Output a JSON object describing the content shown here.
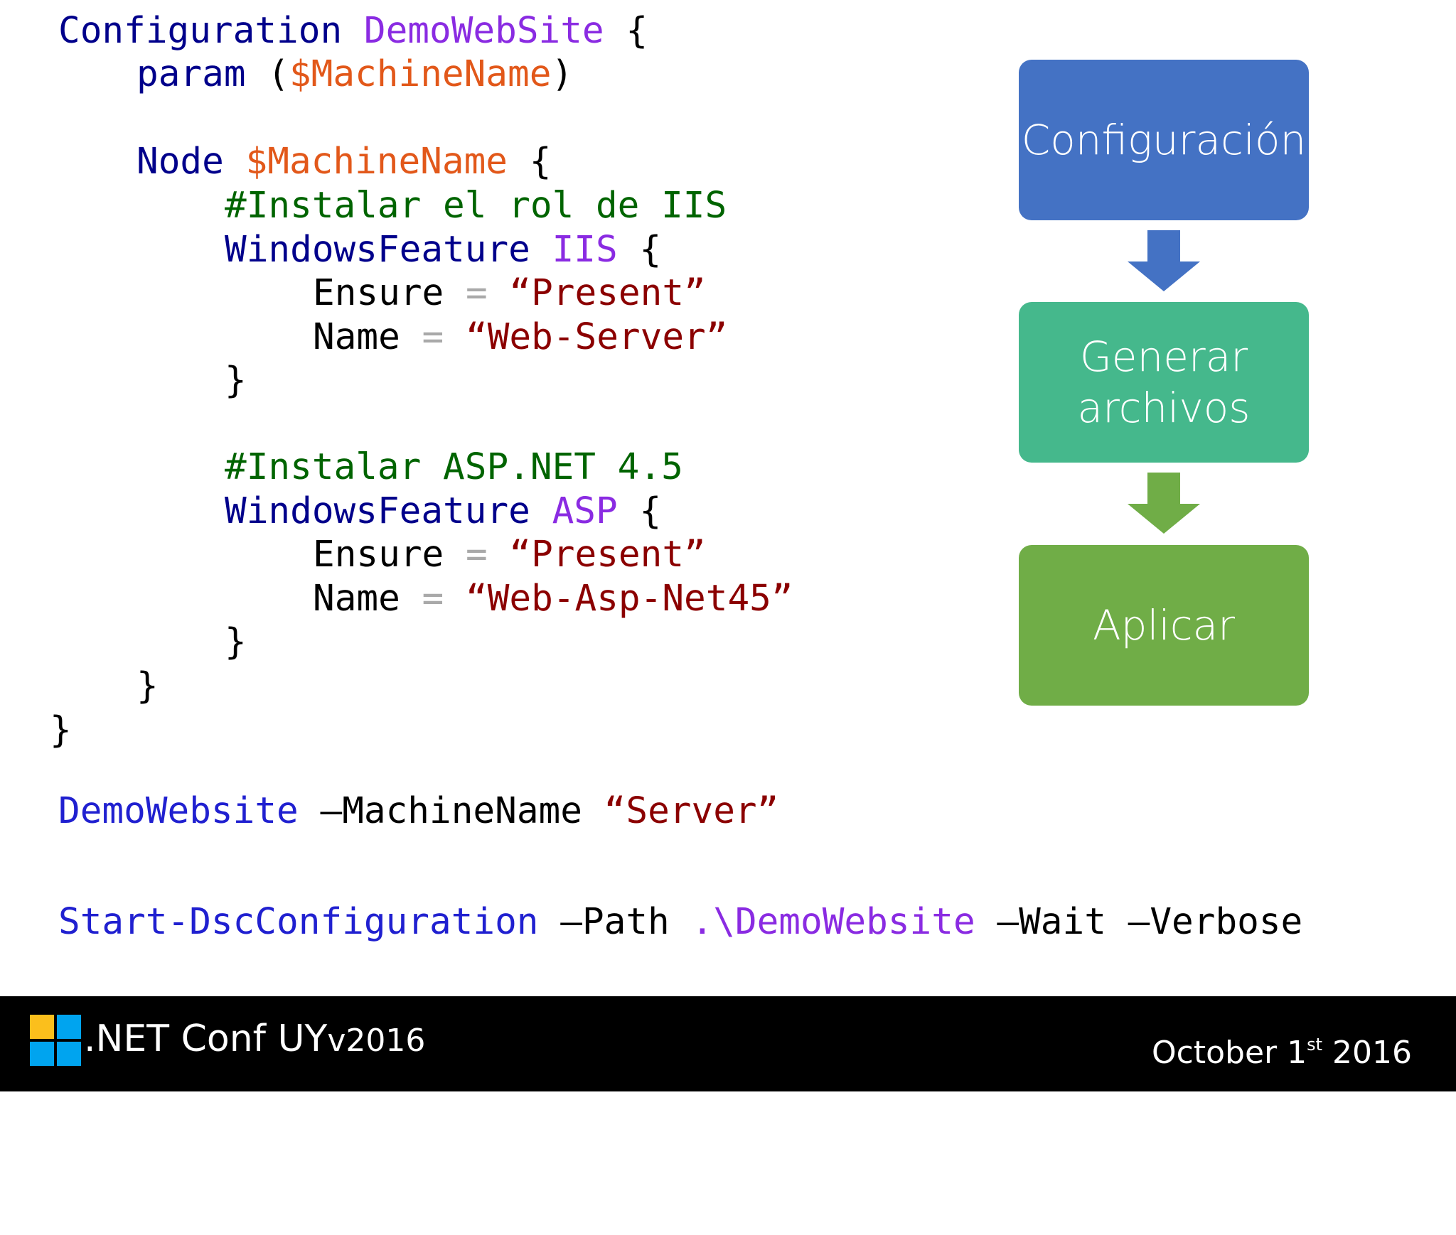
{
  "code": {
    "config_keyword": "Configuration",
    "config_name": "DemoWebSite",
    "open_brace": "{",
    "close_brace": "}",
    "param_keyword": "param",
    "param_open": "(",
    "param_close": ")",
    "machine_var": "$MachineName",
    "node_keyword": "Node",
    "comment_iis": "#Instalar el rol de IIS",
    "feature_keyword": "WindowsFeature",
    "iis_name": "IIS",
    "ensure_key": "Ensure",
    "equals": "=",
    "present_value": "“Present”",
    "name_key": "Name",
    "web_server_value": "“Web-Server”",
    "comment_asp": "#Instalar ASP.NET 4.5",
    "asp_name": "ASP",
    "asp_value": "“Web-Asp-Net45”"
  },
  "commands": {
    "demo_cmd": "DemoWebsite",
    "demo_param": "–MachineName",
    "demo_value": "“Server”",
    "start_cmd": "Start-DscConfiguration",
    "path_param": "–Path",
    "path_value": ".\\DemoWebsite",
    "wait_param": "–Wait",
    "verbose_param": "–Verbose"
  },
  "flow": {
    "step1": "Configuración",
    "step2_line1": "Generar",
    "step2_line2": "archivos",
    "step3": "Aplicar",
    "colors": {
      "step1": "#4472c4",
      "step2": "#45b88c",
      "step3": "#70ad47"
    }
  },
  "footer": {
    "brand": ".NET Conf UY",
    "version": "v2016",
    "date_prefix": "October 1",
    "date_suffix": "st",
    "date_year": " 2016",
    "logo_icon": "windows-logo-icon"
  }
}
